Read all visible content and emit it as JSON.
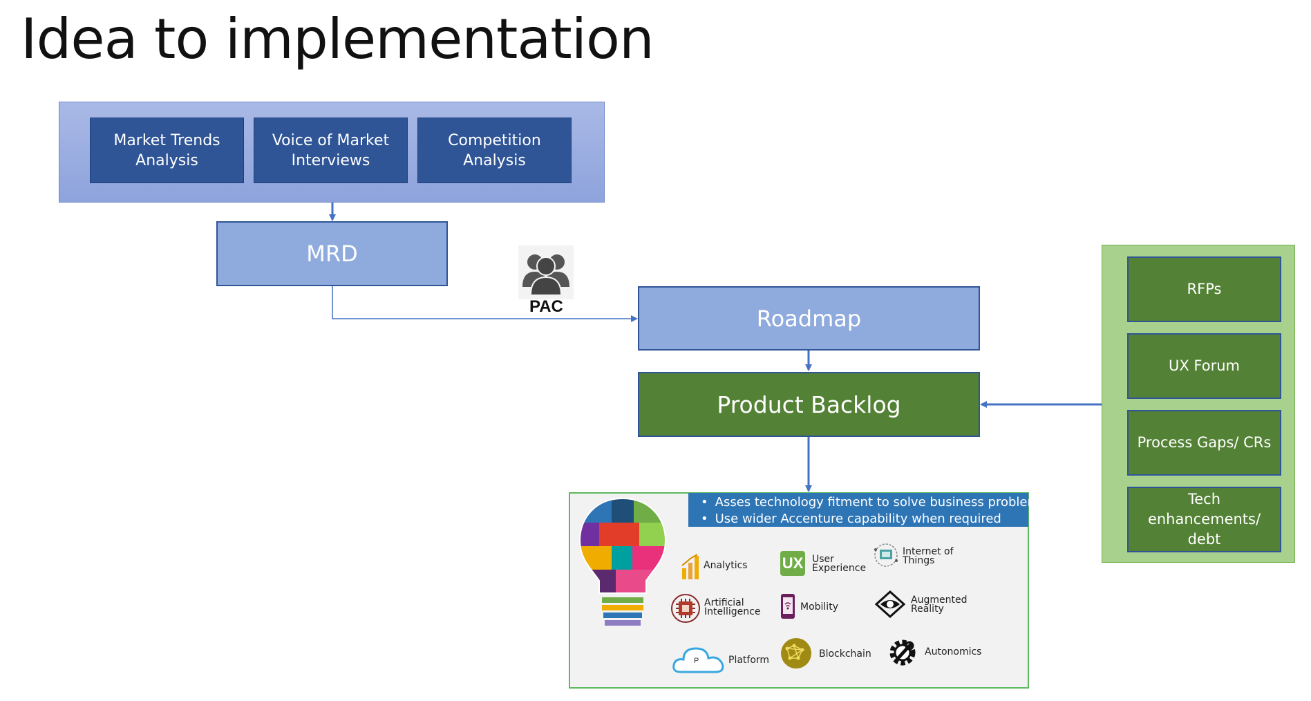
{
  "title": "Idea to implementation",
  "market_inputs": [
    {
      "label_line1": "Market  Trends",
      "label_line2": "Analysis"
    },
    {
      "label_line1": "Voice of  Market",
      "label_line2": "Interviews"
    },
    {
      "label_line1": "Competition",
      "label_line2": "Analysis"
    }
  ],
  "mrd": {
    "label": "MRD"
  },
  "pac": {
    "label": "PAC",
    "icon": "people-group-icon"
  },
  "roadmap": {
    "label": "Roadmap"
  },
  "backlog": {
    "label": "Product Backlog"
  },
  "sources": [
    {
      "label_line1": "RFPs"
    },
    {
      "label_line1": "UX Forum"
    },
    {
      "label_line1": "Process Gaps/ CRs"
    },
    {
      "label_line1": "Tech",
      "label_line2": "enhancements/",
      "label_line3": "debt"
    }
  ],
  "tech_panel": {
    "bullets": [
      "Asses technology fitment to solve business problem",
      "Use wider Accenture capability when required"
    ],
    "technologies": [
      {
        "line1": "Analytics",
        "icon": "analytics-icon"
      },
      {
        "line1": "User",
        "line2": "Experience",
        "icon": "ux-icon",
        "icon_text": "UX"
      },
      {
        "line1": "Internet of",
        "line2": "Things",
        "icon": "iot-icon"
      },
      {
        "line1": "Artificial",
        "line2": "Intelligence",
        "icon": "ai-chip-icon"
      },
      {
        "line1": "Mobility",
        "icon": "mobile-phone-icon"
      },
      {
        "line1": "Augmented",
        "line2": "Reality",
        "icon": "ar-eye-icon"
      },
      {
        "line1": "Platform",
        "icon": "cloud-icon",
        "icon_text": "P"
      },
      {
        "line1": "Blockchain",
        "icon": "blockchain-icon"
      },
      {
        "line1": "Autonomics",
        "icon": "gear-wrench-icon"
      }
    ]
  },
  "colors": {
    "dark_blue": "#2f5597",
    "light_blue": "#8faadc",
    "dark_green": "#538135",
    "light_green": "#a9d18e",
    "arrow_blue": "#4472c4",
    "bullet_bar": "#2e75b6"
  }
}
